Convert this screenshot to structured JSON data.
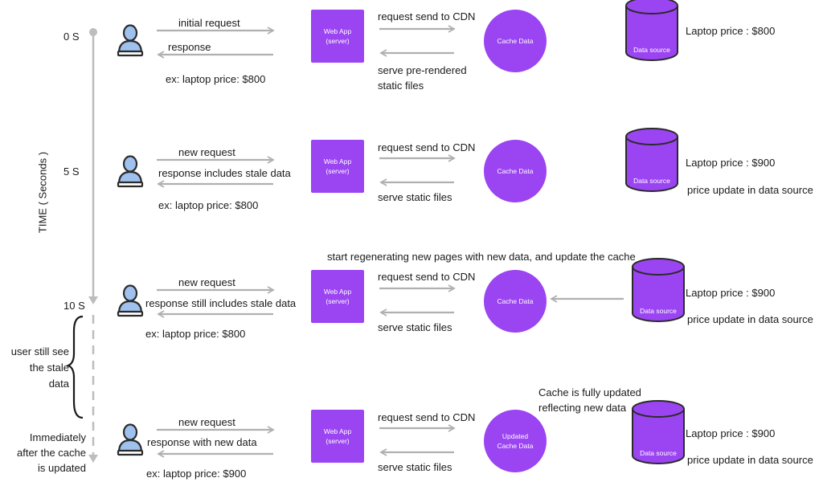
{
  "timeline": {
    "axis_label": "TIME ( Seconds )",
    "ticks": [
      "0 S",
      "5 S",
      "10 S"
    ],
    "brace_note": [
      "user still see",
      "the stale",
      "data"
    ],
    "bottom_note": [
      "Immediately",
      "after the cache",
      "is updated"
    ]
  },
  "colors": {
    "accent": "#9b44f2",
    "arrow": "#b0b0b0",
    "timeline": "#bdbdbd"
  },
  "rows": [
    {
      "req": "initial request",
      "resp": "response",
      "example": "ex: laptop price: $800",
      "webapp": [
        "Web App",
        "(server)"
      ],
      "cdn_req": "request send to CDN",
      "cdn_resp": [
        "serve pre-rendered",
        "static files"
      ],
      "cache": [
        "Cache Data"
      ],
      "ds": "Data source",
      "price": "Laptop price : $800",
      "price_note": ""
    },
    {
      "req": "new request",
      "resp": "response includes stale data",
      "example": "ex: laptop price: $800",
      "webapp": [
        "Web App",
        "(server)"
      ],
      "cdn_req": "request send to CDN",
      "cdn_resp": [
        "serve static files"
      ],
      "cache": [
        "Cache Data"
      ],
      "ds": "Data source",
      "price": "Laptop price : $900",
      "price_note": "price update in data source"
    },
    {
      "req": "new request",
      "resp": "response still includes stale data",
      "example": "ex: laptop price: $800",
      "webapp": [
        "Web App",
        "(server)"
      ],
      "cdn_req": "request send to CDN",
      "cdn_resp": [
        "serve static files"
      ],
      "cache": [
        "Cache Data"
      ],
      "ds": "Data source",
      "price": "Laptop price : $900",
      "price_note": "price update in data source",
      "top_note": "start regenerating  new pages with new data, and update the  cache"
    },
    {
      "req": "new request",
      "resp": "response with new data",
      "example": "ex: laptop price: $900",
      "webapp": [
        "Web App",
        "(server)"
      ],
      "cdn_req": "request send to CDN",
      "cdn_resp": [
        "serve static files"
      ],
      "cache": [
        "Updated",
        "Cache Data"
      ],
      "ds": "Data source",
      "price": "Laptop price : $900",
      "price_note": "price update in data source",
      "top_note_lines": [
        "Cache is fully updated",
        "reflecting new data"
      ]
    }
  ]
}
